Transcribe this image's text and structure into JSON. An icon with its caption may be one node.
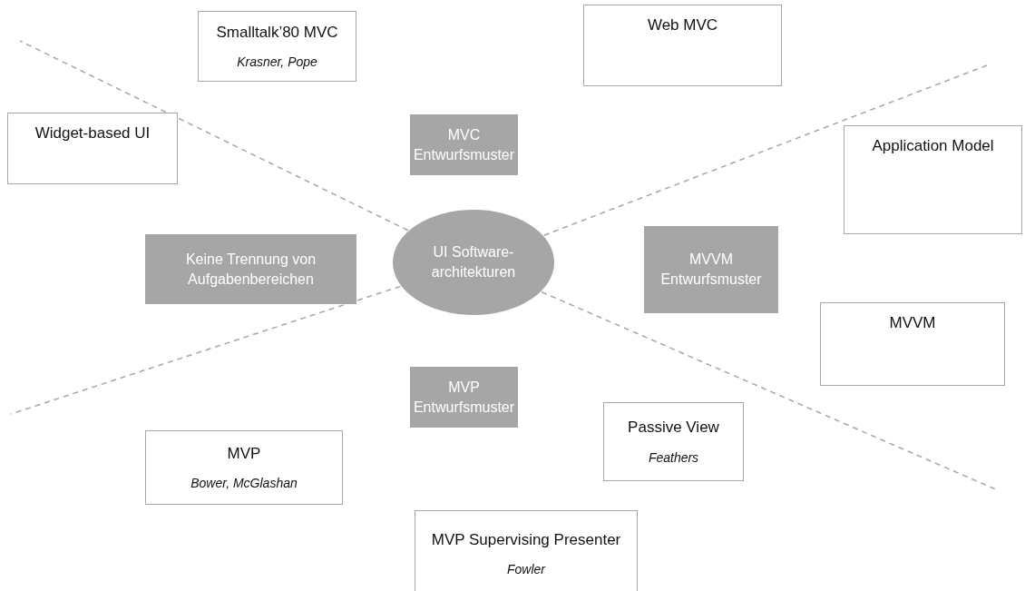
{
  "diagram": {
    "nodes": [
      {
        "text": [
          "Smalltalk’80 MVC",
          "Krasner, Pope"
        ]
      },
      {
        "text": [
          "Web MVC"
        ]
      },
      {
        "text": [
          "MVC Entwurfsmuster"
        ]
      },
      {
        "text": [
          "Widget-based UI"
        ]
      },
      {
        "text": [
          "Application Model"
        ]
      },
      {
        "text": [
          "Keine Trennung von Aufgabenbereichen"
        ]
      },
      {
        "text": [
          "UI Software-architekturen"
        ]
      },
      {
        "text": [
          "MVVM Entwurfsmuster"
        ]
      },
      {
        "text": [
          "MVVM"
        ]
      },
      {
        "text": [
          "MVP Entwurfsmuster"
        ]
      },
      {
        "text": [
          "Passive View",
          "Feathers"
        ]
      },
      {
        "text": [
          "MVP",
          "Bower, McGlashan"
        ]
      },
      {
        "text": [
          "MVP Supervising Presenter",
          "Fowler"
        ]
      }
    ],
    "edges": [
      {
        "from": 6,
        "to": null,
        "arrow": "none",
        "style": "dashed"
      },
      {
        "from": 6,
        "to": null,
        "arrow": "none",
        "style": "dashed"
      },
      {
        "from": 6,
        "to": null,
        "arrow": "none",
        "style": "dashed"
      },
      {
        "from": 6,
        "to": null,
        "arrow": "none",
        "style": "dashed"
      }
    ]
  }
}
